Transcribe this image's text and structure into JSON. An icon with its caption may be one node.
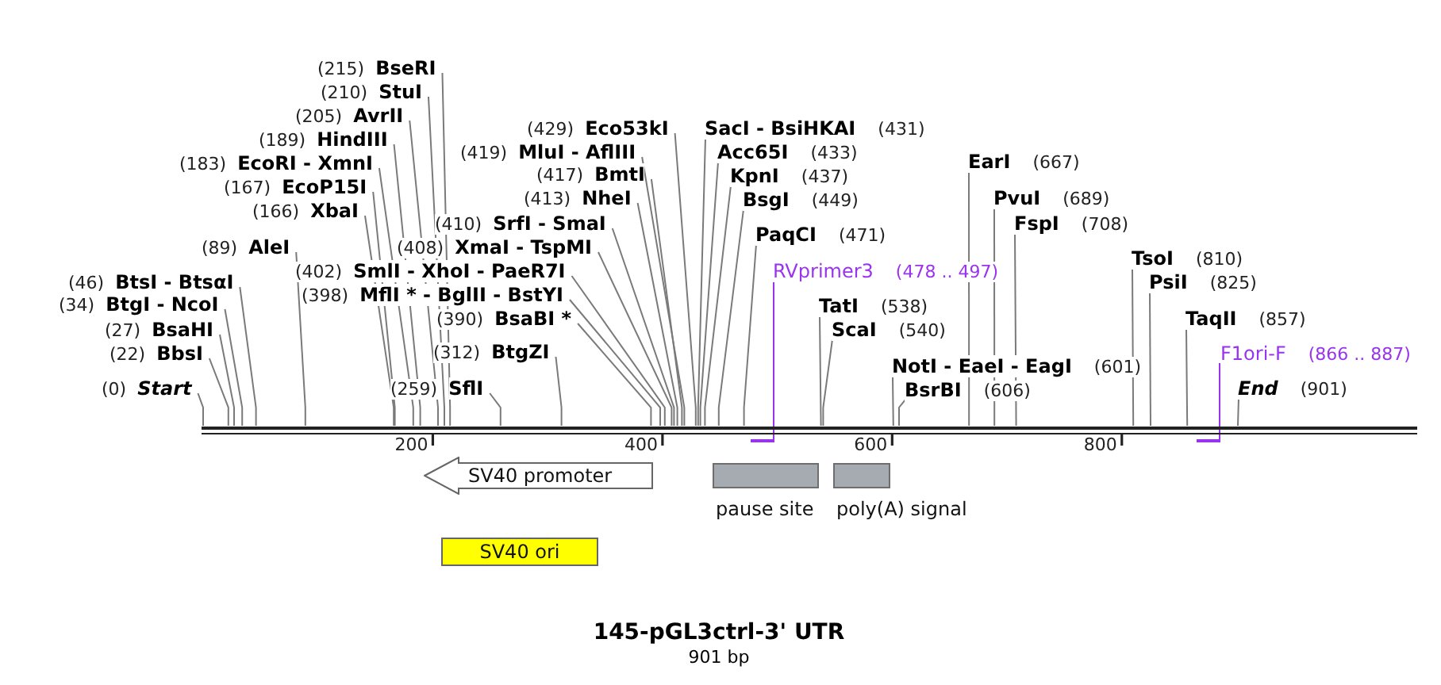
{
  "diagram": {
    "title": "145-pGL3ctrl-3' UTR",
    "caption": "901 bp",
    "nodes": [
      {
        "text": [
          "(215)",
          "BseRI"
        ]
      },
      {
        "text": [
          "(210)",
          "StuI"
        ]
      },
      {
        "text": [
          "(205)",
          "AvrII"
        ]
      },
      {
        "text": [
          "(429)",
          "Eco53kI"
        ]
      },
      {
        "text": [
          "SacI - BsiHKAI",
          "(431)"
        ]
      },
      {
        "text": [
          "(189)",
          "HindIII"
        ]
      },
      {
        "text": [
          "(419)",
          "MluI - AflIII"
        ]
      },
      {
        "text": [
          "Acc65I",
          "(433)"
        ]
      },
      {
        "text": [
          "EarI",
          "(667)"
        ]
      },
      {
        "text": [
          "(183)",
          "EcoRI - XmnI"
        ]
      },
      {
        "text": [
          "(417)",
          "BmtI"
        ]
      },
      {
        "text": [
          "KpnI",
          "(437)"
        ]
      },
      {
        "text": [
          "(167)",
          "EcoP15I"
        ]
      },
      {
        "text": [
          "(413)",
          "NheI"
        ]
      },
      {
        "text": [
          "PvuI",
          "(689)"
        ]
      },
      {
        "text": [
          "BsgI",
          "(449)"
        ]
      },
      {
        "text": [
          "(166)",
          "XbaI"
        ]
      },
      {
        "text": [
          "(410)",
          "SrfI - SmaI"
        ]
      },
      {
        "text": [
          "FspI",
          "(708)"
        ]
      },
      {
        "text": [
          "PaqCI",
          "(471)"
        ]
      },
      {
        "text": [
          "(89)",
          "AleI"
        ]
      },
      {
        "text": [
          "(408)",
          "XmaI - TspMI"
        ]
      },
      {
        "text": [
          "TsoI",
          "(810)"
        ]
      },
      {
        "text": [
          "(402)",
          "SmlI - XhoI - PaeR7I"
        ]
      },
      {
        "text": [
          "RVprimer3",
          "(478 .. 497)"
        ]
      },
      {
        "text": [
          "(46)",
          "BtsI - BtsαI"
        ]
      },
      {
        "text": [
          "PsiI",
          "(825)"
        ]
      },
      {
        "text": [
          "(398)",
          "MflI * - BglII - BstYI"
        ]
      },
      {
        "text": [
          "(34)",
          "BtgI - NcoI"
        ]
      },
      {
        "text": [
          "TatI",
          "(538)"
        ]
      },
      {
        "text": [
          "(390)",
          "BsaBI *"
        ]
      },
      {
        "text": [
          "TaqII",
          "(857)"
        ]
      },
      {
        "text": [
          "(27)",
          "BsaHI"
        ]
      },
      {
        "text": [
          "ScaI",
          "(540)"
        ]
      },
      {
        "text": [
          "(312)",
          "BtgZI"
        ]
      },
      {
        "text": [
          "(22)",
          "BbsI"
        ]
      },
      {
        "text": [
          "F1ori-F",
          "(866 .. 887)"
        ]
      },
      {
        "text": [
          "NotI - EaeI - EagI",
          "(601)"
        ]
      },
      {
        "text": [
          "(0)",
          "Start"
        ]
      },
      {
        "text": [
          "(259)",
          "SflI"
        ]
      },
      {
        "text": [
          "End",
          "(901)"
        ]
      },
      {
        "text": [
          "BsrBI",
          "(606)"
        ]
      },
      {
        "text": [],
        "shape": "bar"
      },
      {
        "text": [],
        "shape": "bar"
      },
      {
        "text": [
          "SV40 promoter"
        ]
      },
      {
        "text": [
          "pause site"
        ]
      },
      {
        "text": [
          "poly(A) signal"
        ]
      },
      {
        "text": [
          "SV40 ori"
        ]
      },
      {
        "text": [],
        "shape": "bar"
      }
    ],
    "edges": [
      {
        "from": 0,
        "to": 48,
        "arrow": "none"
      },
      {
        "from": 1,
        "to": 48,
        "arrow": "none"
      },
      {
        "from": 2,
        "to": 48,
        "arrow": "none"
      },
      {
        "from": 3,
        "to": 48,
        "arrow": "none"
      },
      {
        "from": 4,
        "to": 48,
        "arrow": "none"
      },
      {
        "from": 5,
        "to": 48,
        "arrow": "none"
      },
      {
        "from": 6,
        "to": 48,
        "arrow": "none"
      },
      {
        "from": 7,
        "to": 48,
        "arrow": "none"
      },
      {
        "from": 8,
        "to": 48,
        "arrow": "none"
      },
      {
        "from": 9,
        "to": 48,
        "arrow": "none"
      },
      {
        "from": 10,
        "to": 48,
        "arrow": "none"
      },
      {
        "from": 11,
        "to": 48,
        "arrow": "none"
      },
      {
        "from": 12,
        "to": 48,
        "arrow": "none"
      },
      {
        "from": 13,
        "to": 48,
        "arrow": "none"
      },
      {
        "from": 14,
        "to": 48,
        "arrow": "none"
      },
      {
        "from": 15,
        "to": 48,
        "arrow": "none"
      },
      {
        "from": 16,
        "to": 48,
        "arrow": "none"
      },
      {
        "from": 17,
        "to": 48,
        "arrow": "none"
      },
      {
        "from": 18,
        "to": 48,
        "arrow": "none"
      },
      {
        "from": 19,
        "to": 48,
        "arrow": "none"
      },
      {
        "from": 20,
        "to": 48,
        "arrow": "none"
      },
      {
        "from": 21,
        "to": 48,
        "arrow": "none"
      },
      {
        "from": 22,
        "to": 48,
        "arrow": "none"
      },
      {
        "from": 23,
        "to": 48,
        "arrow": "none"
      },
      {
        "from": 24,
        "to": 42,
        "arrow": "none",
        "color": "#9933ee"
      },
      {
        "from": 25,
        "to": 48,
        "arrow": "none"
      },
      {
        "from": 26,
        "to": 48,
        "arrow": "none"
      },
      {
        "from": 27,
        "to": 48,
        "arrow": "none"
      },
      {
        "from": 28,
        "to": 48,
        "arrow": "none"
      },
      {
        "from": 29,
        "to": 48,
        "arrow": "none"
      },
      {
        "from": 30,
        "to": 48,
        "arrow": "none"
      },
      {
        "from": 31,
        "to": 48,
        "arrow": "none"
      },
      {
        "from": 32,
        "to": 48,
        "arrow": "none"
      },
      {
        "from": 33,
        "to": 48,
        "arrow": "none"
      },
      {
        "from": 34,
        "to": 48,
        "arrow": "none"
      },
      {
        "from": 35,
        "to": 48,
        "arrow": "none"
      },
      {
        "from": 36,
        "to": 43,
        "arrow": "none",
        "color": "#9933ee"
      },
      {
        "from": 37,
        "to": 48,
        "arrow": "none"
      },
      {
        "from": 38,
        "to": 48,
        "arrow": "none"
      },
      {
        "from": 39,
        "to": 48,
        "arrow": "none"
      },
      {
        "from": 40,
        "to": 48,
        "arrow": "none"
      },
      {
        "from": 41,
        "to": 48,
        "arrow": "none"
      }
    ],
    "labels": [
      "200",
      "400",
      "600",
      "800"
    ]
  }
}
